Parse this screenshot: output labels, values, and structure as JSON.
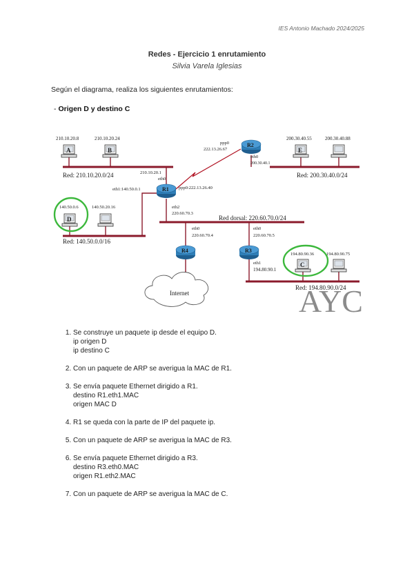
{
  "header": {
    "note": "IES Antonio Machado 2024/2025"
  },
  "title": "Redes - Ejercicio 1 enrutamiento",
  "author": "Silvia Varela Iglesias",
  "intro": "Según el diagrama, realiza los siguientes enrutamientos:",
  "section": {
    "dash": "-",
    "label": "Origen D y destino C"
  },
  "diagram": {
    "hosts": {
      "a": {
        "ip": "210.10.20.8",
        "letter": "A"
      },
      "b": {
        "ip": "210.10.20.24",
        "letter": "B"
      },
      "d": {
        "ip": "140.50.0.6",
        "letter": "D"
      },
      "d2": {
        "ip": "140.50.20.16"
      },
      "e": {
        "ip": "200.30.40.55",
        "letter": "E"
      },
      "e2": {
        "ip": "200.30.40.88"
      },
      "c": {
        "ip": "194.80.90.36",
        "letter": "C"
      },
      "c2": {
        "ip": "194.80.90.75"
      }
    },
    "routers": {
      "r1": "R1",
      "r2": "R2",
      "r3": "R3",
      "r4": "R4"
    },
    "networks": {
      "top_left": "Red: 210.10.20.0/24",
      "top_right": "Red: 200.30.40.0/24",
      "left": "Red: 140.50.0.0/16",
      "backbone": "Red dorsal: 220.60.70.0/24",
      "bottom_right": "Red: 194.80.90.0/24"
    },
    "interfaces": {
      "r1_eth0_ip": "210.10.20.1",
      "r1_eth0": "eth0",
      "r1_eth1": "eth1:140.50.0.1",
      "r1_ppp0": "ppp0:222.13.26.40",
      "r1_eth2": "eth2",
      "r1_eth2_ip": "220.60.70.3",
      "r2_ppp0": "ppp0",
      "r2_ppp0_ip": "222.13.26.67",
      "r2_eth0": "eth0",
      "r2_eth0_ip": "200.30.40.1",
      "r4_eth0": "eth0",
      "r4_eth0_ip": "220.60.70.4",
      "r3_eth0": "eth0",
      "r3_eth0_ip": "220.60.70.5",
      "r3_eth1": "eth1",
      "r3_eth1_ip": "194.80.90.1"
    },
    "cloud": "Internet",
    "watermark": "AYC"
  },
  "steps": [
    {
      "text": "Se construye un paquete ip desde el equipo D.",
      "sub": [
        "ip origen D",
        "ip destino C"
      ]
    },
    {
      "text": "Con un paquete de ARP se averigua la MAC de R1.",
      "sub": []
    },
    {
      "text": "Se envía paquete Ethernet dirigido a R1.",
      "sub": [
        "destino R1.eth1.MAC",
        "origen MAC D"
      ]
    },
    {
      "text": "R1 se queda con la parte de IP del paquete ip.",
      "sub": []
    },
    {
      "text": "Con un paquete de ARP se averigua la MAC de R3.",
      "sub": []
    },
    {
      "text": "Se envía paquete Ethernet dirigido a R3.",
      "sub": [
        "destino R3.eth0.MAC",
        "origen R1.eth2.MAC"
      ]
    },
    {
      "text": "Con un paquete de ARP se averigua la MAC de C.",
      "sub": []
    }
  ],
  "colors": {
    "bus": "#8b1a2b",
    "router": "#2f7fb8",
    "highlight": "#3cb83c",
    "wan": "#b01020"
  }
}
